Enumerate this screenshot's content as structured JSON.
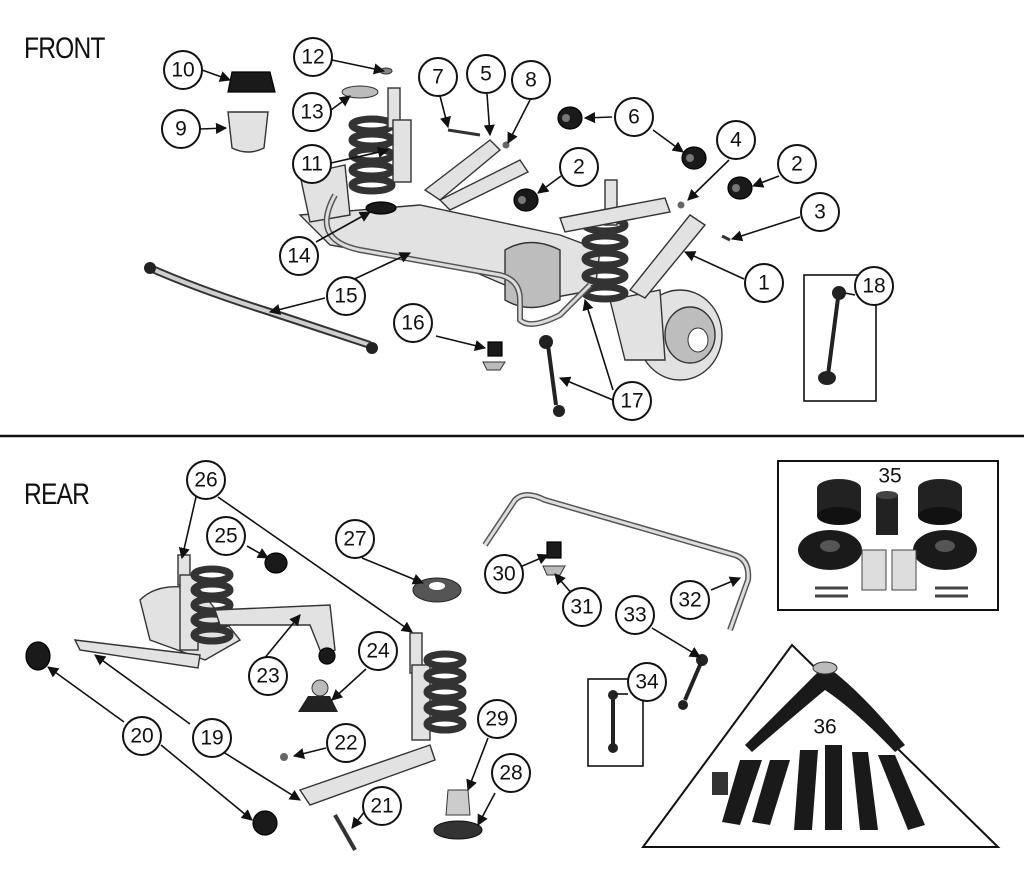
{
  "sections": {
    "front": "FRONT",
    "rear": "REAR"
  },
  "callouts": {
    "c1": "1",
    "c2a": "2",
    "c2b": "2",
    "c3": "3",
    "c4": "4",
    "c5": "5",
    "c6": "6",
    "c7": "7",
    "c8": "8",
    "c9": "9",
    "c10": "10",
    "c11": "11",
    "c12": "12",
    "c13": "13",
    "c14": "14",
    "c15": "15",
    "c16": "16",
    "c17": "17",
    "c18": "18",
    "c19": "19",
    "c20": "20",
    "c21": "21",
    "c22": "22",
    "c23": "23",
    "c24": "24",
    "c25": "25",
    "c26": "26",
    "c27": "27",
    "c28": "28",
    "c29": "29",
    "c30": "30",
    "c31": "31",
    "c32": "32",
    "c33": "33",
    "c34": "34",
    "c35": "35",
    "c36": "36"
  }
}
